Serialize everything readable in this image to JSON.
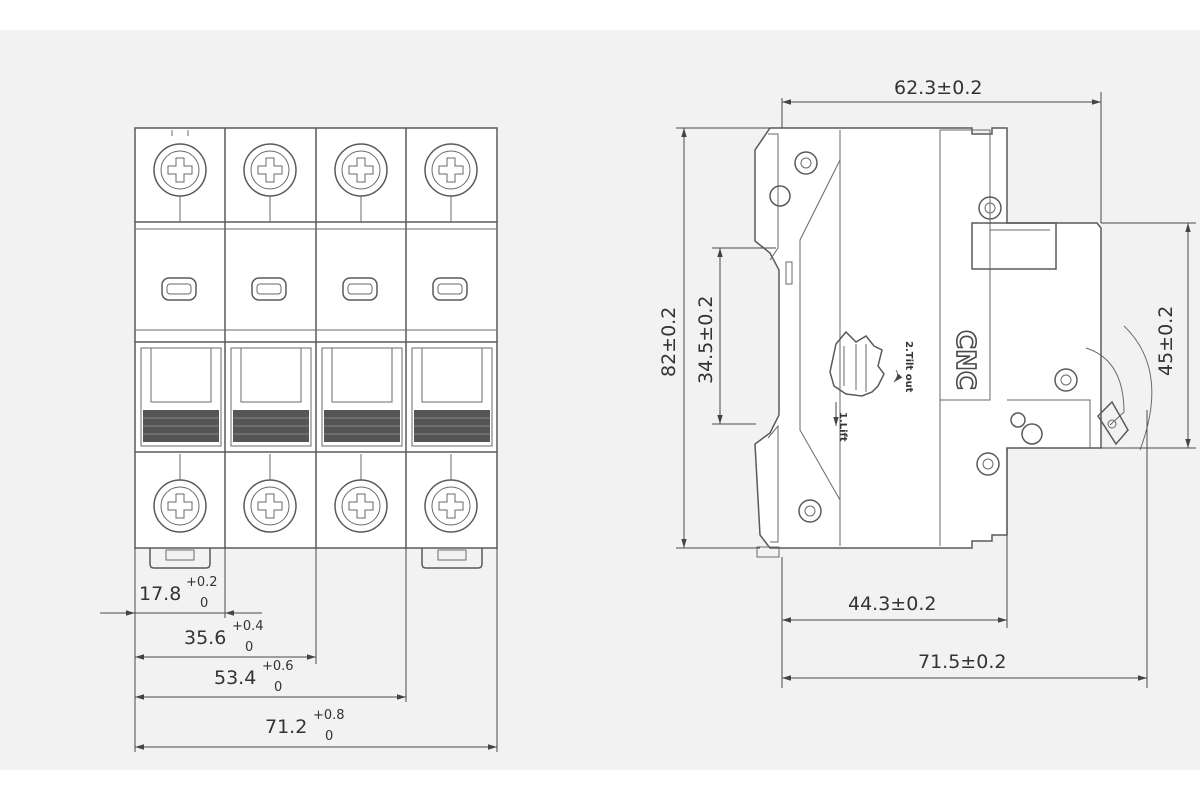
{
  "front_view": {
    "poles": 4,
    "dimensions": [
      {
        "value": "17.8",
        "tol_upper": "+0.2",
        "tol_lower": "0"
      },
      {
        "value": "35.6",
        "tol_upper": "+0.4",
        "tol_lower": "0"
      },
      {
        "value": "53.4",
        "tol_upper": "+0.6",
        "tol_lower": "0"
      },
      {
        "value": "71.2",
        "tol_upper": "+0.8",
        "tol_lower": "0"
      }
    ]
  },
  "side_view": {
    "brand": "CNC",
    "instructions": {
      "step1": "1.Lift",
      "step2": "2.Tilt out"
    },
    "dimensions": {
      "top_width": "62.3±0.2",
      "total_height": "82±0.2",
      "rail_height": "34.5±0.2",
      "front_height": "45±0.2",
      "depth_to_front": "44.3±0.2",
      "overall_depth": "71.5±0.2"
    }
  }
}
